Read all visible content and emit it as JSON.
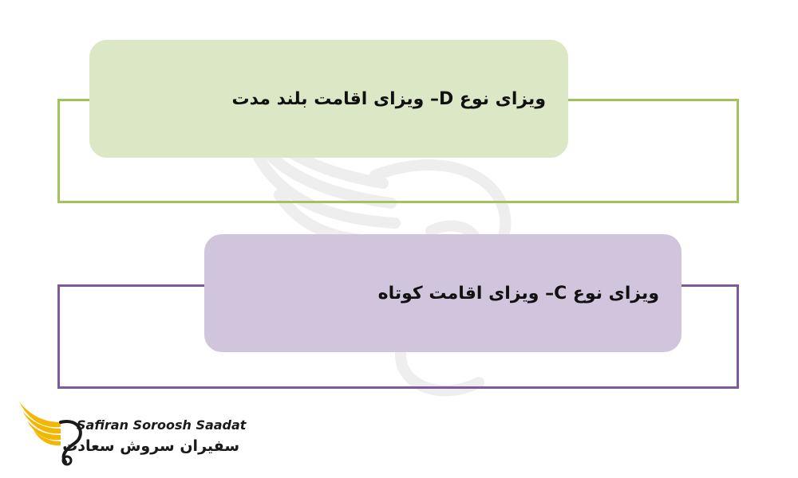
{
  "cards": [
    {
      "label": "ویزای نوع D– ویزای اقامت بلند مدت",
      "fill": "#dce7c5",
      "border": "#a2c25a"
    },
    {
      "label": "ویزای نوع C– ویزای اقامت کوتاه",
      "fill": "#d1c5de",
      "border": "#7d5aa0"
    }
  ],
  "logo": {
    "name_en": "Safiran Soroosh Saadat",
    "name_fa": "سفیران سروش سعادت",
    "colors": {
      "wing": "#f2b705",
      "text": "#1a1a1a"
    }
  },
  "watermark": {
    "icon": "bird-wing-icon",
    "color": "#e9e9e9"
  }
}
